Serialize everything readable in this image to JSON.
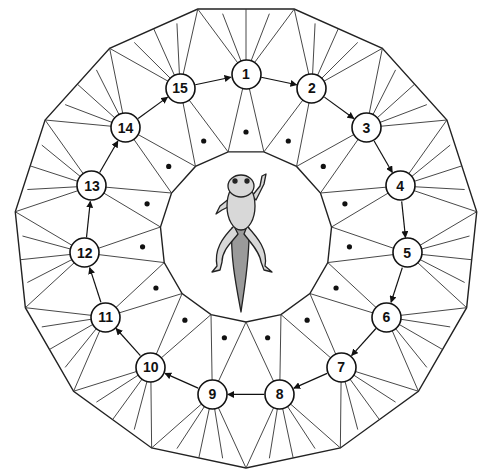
{
  "diagram": {
    "nodes": [
      {
        "text": [
          "1"
        ]
      },
      {
        "text": [
          "2"
        ]
      },
      {
        "text": [
          "3"
        ]
      },
      {
        "text": [
          "4"
        ]
      },
      {
        "text": [
          "5"
        ]
      },
      {
        "text": [
          "6"
        ]
      },
      {
        "text": [
          "7"
        ]
      },
      {
        "text": [
          "8"
        ]
      },
      {
        "text": [
          "9"
        ]
      },
      {
        "text": [
          "10"
        ]
      },
      {
        "text": [
          "11"
        ]
      },
      {
        "text": [
          "12"
        ]
      },
      {
        "text": [
          "13"
        ]
      },
      {
        "text": [
          "14"
        ]
      },
      {
        "text": [
          "15"
        ]
      }
    ],
    "edges": [
      {
        "from": 0,
        "to": 1,
        "arrow": "to"
      },
      {
        "from": 1,
        "to": 2,
        "arrow": "to"
      },
      {
        "from": 2,
        "to": 3,
        "arrow": "to"
      },
      {
        "from": 3,
        "to": 4,
        "arrow": "to"
      },
      {
        "from": 4,
        "to": 5,
        "arrow": "to"
      },
      {
        "from": 5,
        "to": 6,
        "arrow": "to"
      },
      {
        "from": 6,
        "to": 7,
        "arrow": "to"
      },
      {
        "from": 7,
        "to": 8,
        "arrow": "to"
      },
      {
        "from": 8,
        "to": 9,
        "arrow": "to"
      },
      {
        "from": 9,
        "to": 10,
        "arrow": "to"
      },
      {
        "from": 10,
        "to": 11,
        "arrow": "to"
      },
      {
        "from": 11,
        "to": 12,
        "arrow": "to"
      },
      {
        "from": 12,
        "to": 13,
        "arrow": "to"
      },
      {
        "from": 13,
        "to": 14,
        "arrow": "to"
      },
      {
        "from": 14,
        "to": 0,
        "arrow": "to"
      }
    ]
  }
}
